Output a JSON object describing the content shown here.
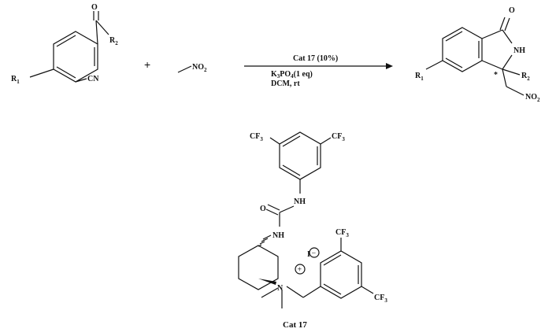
{
  "reactant1": {
    "oxygen": "O",
    "r2": "R",
    "r2_sub": "2",
    "r1": "R",
    "r1_sub": "1",
    "cn": "CN"
  },
  "plus_sign": "+",
  "reactant2": {
    "nitro": "NO",
    "nitro_sub": "2"
  },
  "conditions": {
    "catalyst": "Cat 17 (10%)",
    "base_main": "K",
    "base_sub1": "3",
    "base_mid": "PO",
    "base_sub2": "4",
    "base_tail": "(1 eq)",
    "solvent_temp": "DCM, rt"
  },
  "product": {
    "oxygen": "O",
    "nh": "NH",
    "r1": "R",
    "r1_sub": "1",
    "r2": "R",
    "r2_sub": "2",
    "stereo": "*",
    "nitro": "NO",
    "nitro_sub": "2"
  },
  "catalyst": {
    "cf3_top_left": "CF",
    "cf3_top_left_sub": "3",
    "cf3_top_right": "CF",
    "cf3_top_right_sub": "3",
    "urea_nh_upper": "NH",
    "urea_o": "O",
    "urea_nh_lower": "NH",
    "cf3_bn_top": "CF",
    "cf3_bn_top_sub": "3",
    "cf3_bn_bottom": "CF",
    "cf3_bn_bottom_sub": "3",
    "n_plus": "N",
    "cation_charge": "+",
    "iodide": "I",
    "anion_charge": "−",
    "caption": "Cat 17"
  }
}
